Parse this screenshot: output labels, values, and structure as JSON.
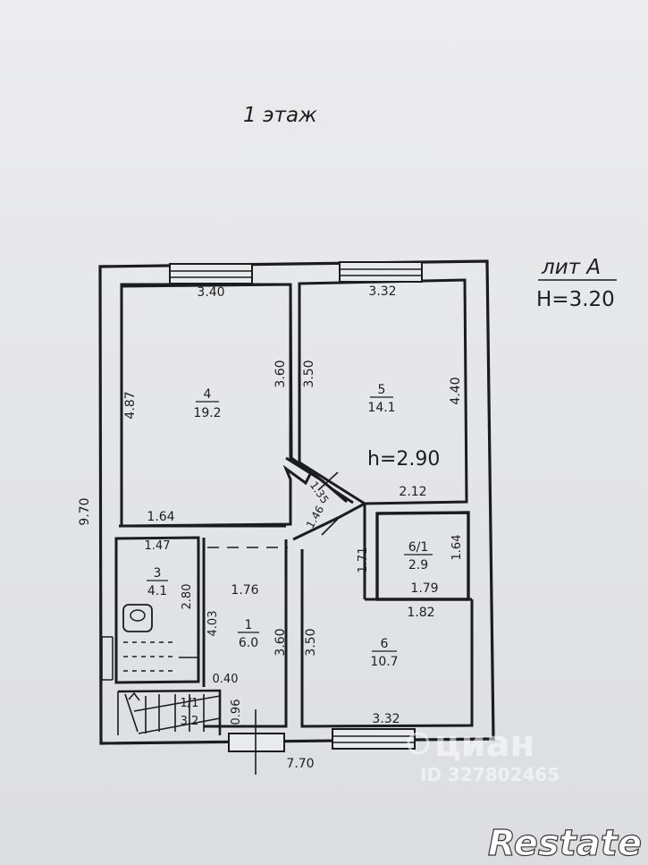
{
  "floor_title": "1 этаж",
  "lit": {
    "name": "лит А",
    "height": "Н=3.20"
  },
  "ceiling_note": "h=2.90",
  "rooms": [
    {
      "number": "4",
      "area": "19.2"
    },
    {
      "number": "5",
      "area": "14.1"
    },
    {
      "number": "3",
      "area": "4.1"
    },
    {
      "number": "1",
      "area": "6.0"
    },
    {
      "number": "6/1",
      "area": "2.9"
    },
    {
      "number": "6",
      "area": "10.7"
    },
    {
      "number": "1/1",
      "area": "3.2"
    }
  ],
  "dimensions": {
    "room4_top": "3.40",
    "room4_left": "4.87",
    "room4_right": "3.60",
    "room4_bottom": "1.64",
    "room5_top": "3.32",
    "room5_left": "3.50",
    "room5_right": "4.40",
    "room5_bottom": "2.12",
    "diag_upper": "1.35",
    "diag_lower": "1.46",
    "overall_height": "9.70",
    "overall_width": "7.70",
    "room3_top": "1.47",
    "room3_right": "2.80",
    "room1_top": "1.76",
    "room1_left": "4.03",
    "room1_right": "3.60",
    "landing": "0.40",
    "stair_depth": "0.96",
    "room61_left": "1.71",
    "room61_right": "1.64",
    "room61_bottom": "1.79",
    "room6_top": "1.82",
    "room6_left": "3.50",
    "room6_bottom": "3.32"
  },
  "watermark": {
    "brand": "циан",
    "id": "ID 327802465"
  },
  "logo": "Restate"
}
